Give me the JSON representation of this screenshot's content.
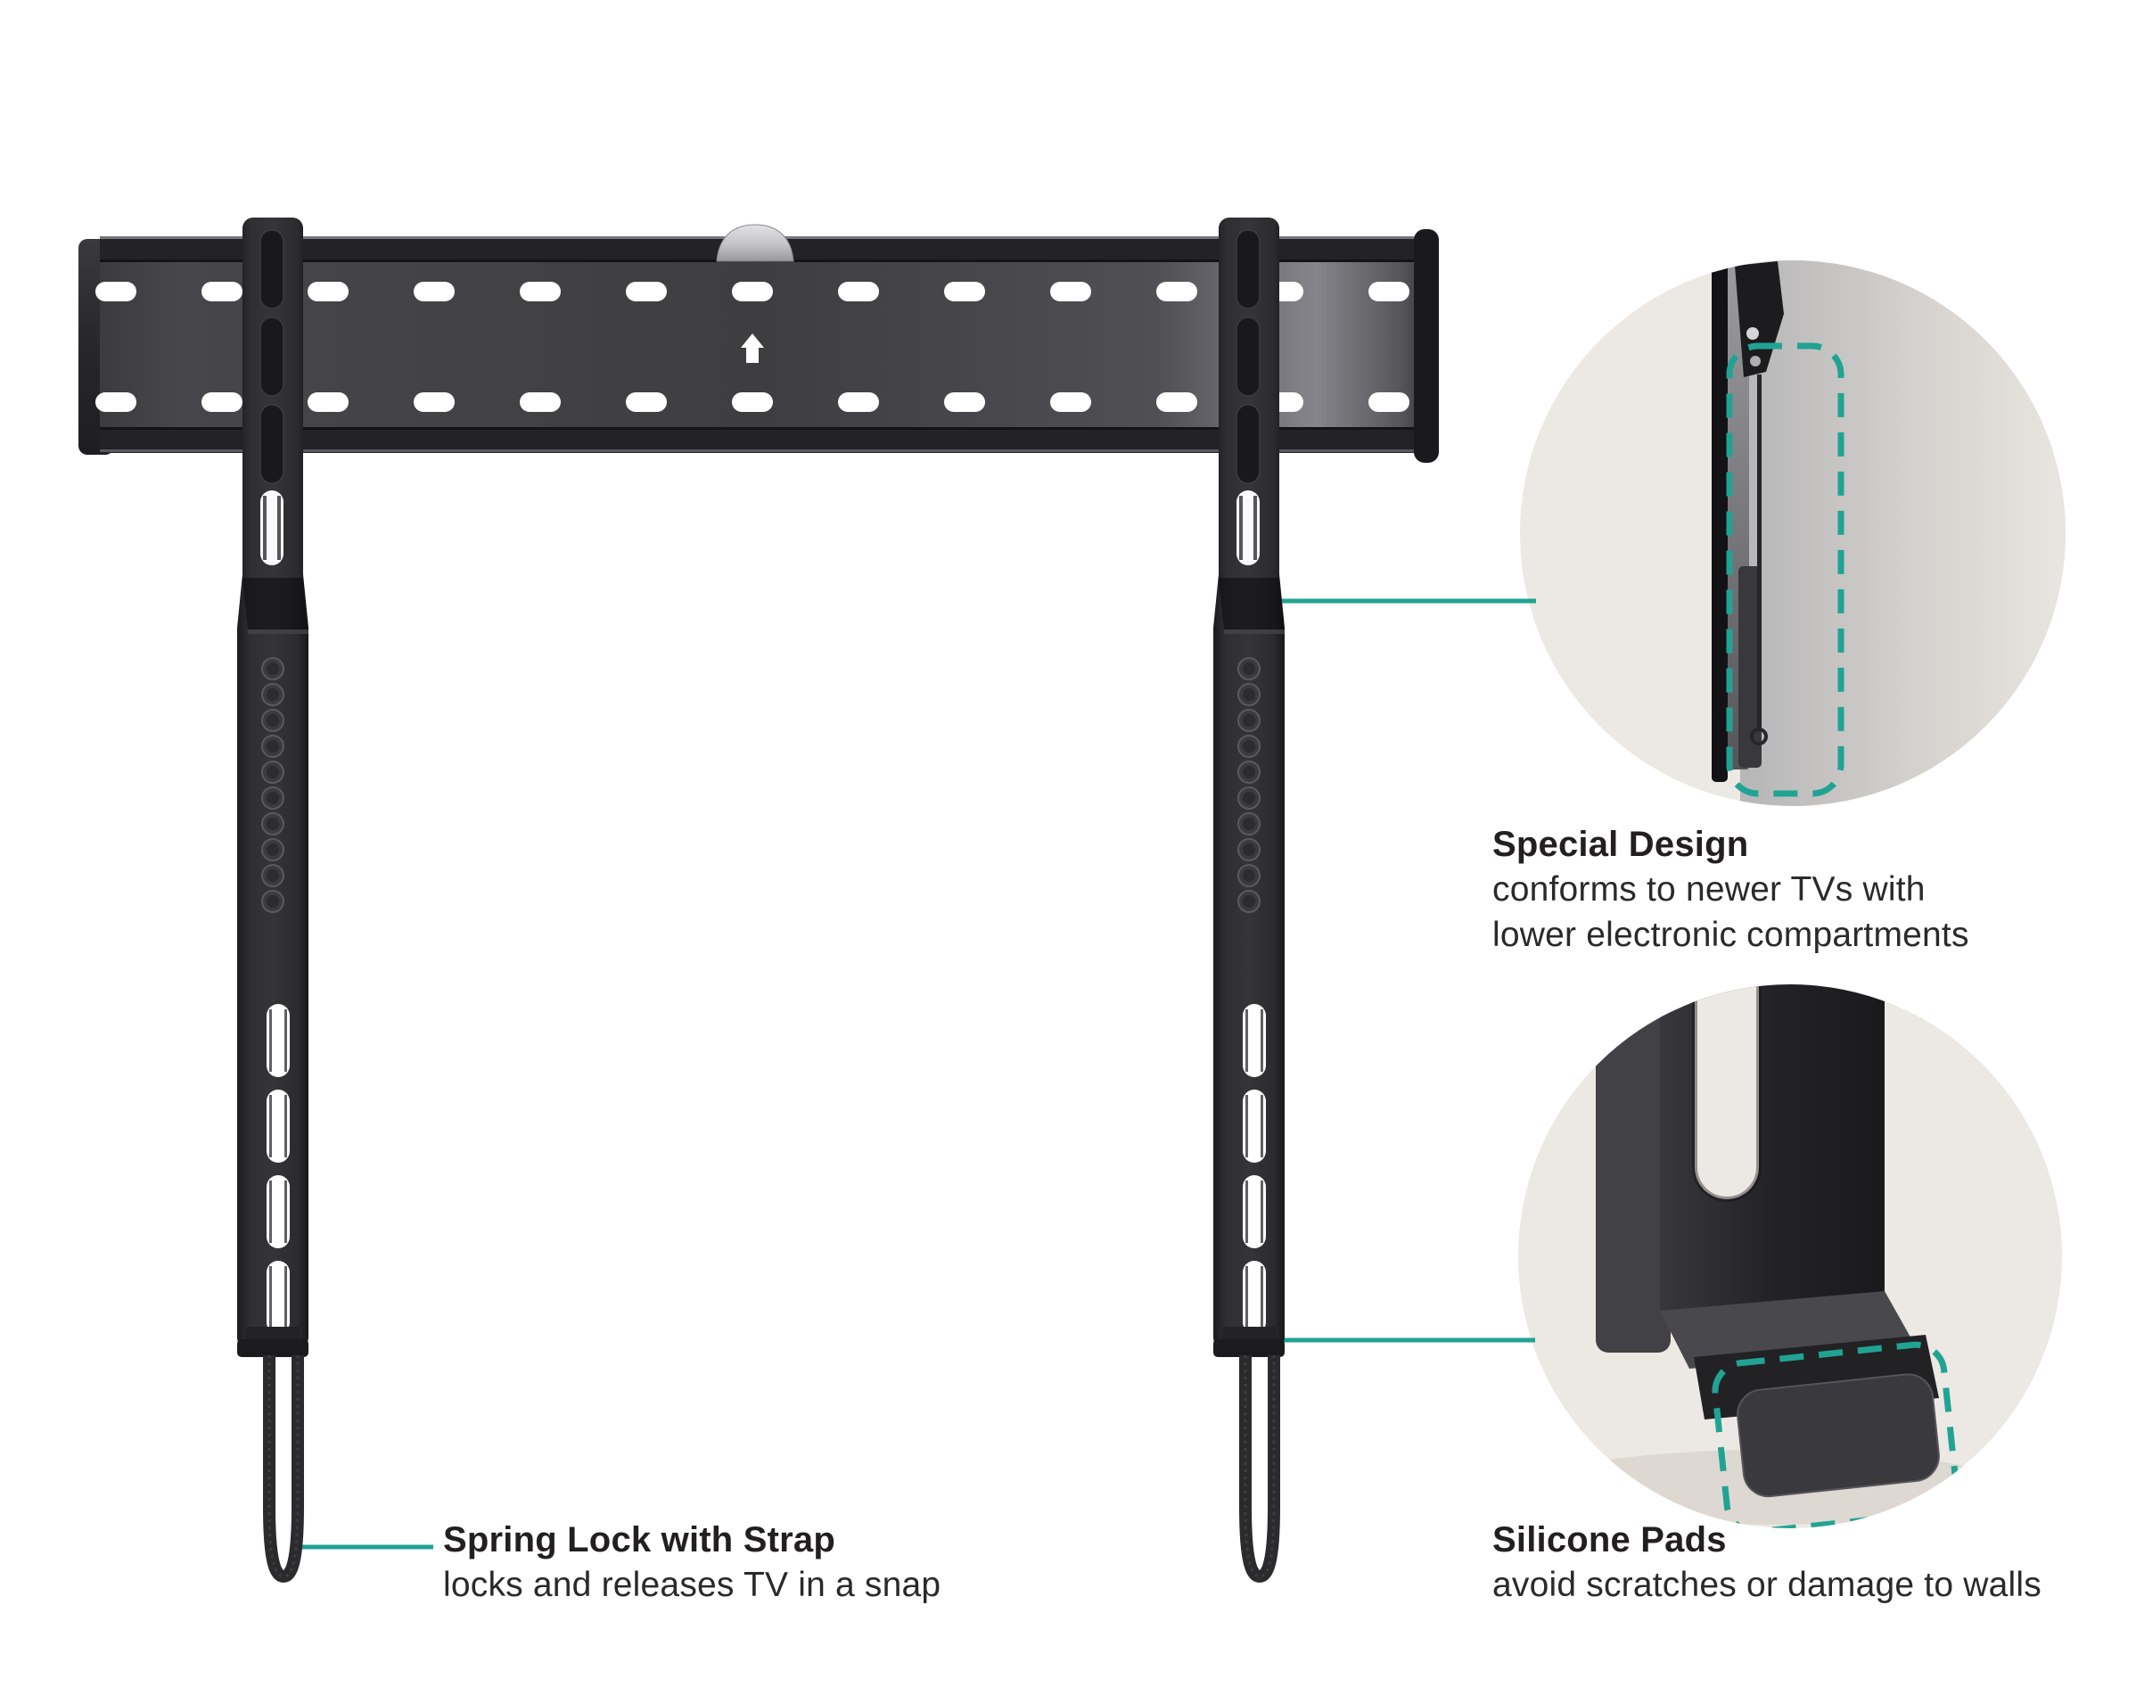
{
  "page": {
    "background_color": "#ffffff",
    "accent_color": "#21A393",
    "text_color": "#231F20",
    "inset_circle_color": "#ECE8E3"
  },
  "product": {
    "name": "Fixed low-profile TV wall mount: horizontal wall plate, two vertical TV brackets, spring-lock straps",
    "wall_plate": {
      "slots_per_row": 13,
      "rows": 2,
      "alignment_arrow_icon": "up-arrow",
      "level_tab_icon": "gray-tab"
    },
    "brackets": {
      "count": 2,
      "upper_slots_per_arm": 3,
      "strap_holes_per_arm": 10,
      "lock_slots_per_arm": 4
    }
  },
  "callouts": [
    {
      "id": "special-design",
      "title": "Special Design",
      "description_lines": [
        "conforms to newer TVs with",
        "lower electronic compartments"
      ]
    },
    {
      "id": "spring-lock",
      "title": "Spring Lock with Strap",
      "description_lines": [
        "locks and releases TV in a snap"
      ]
    },
    {
      "id": "silicone-pads",
      "title": "Silicone Pads",
      "description_lines": [
        "avoid scratches or damage to walls"
      ]
    }
  ]
}
